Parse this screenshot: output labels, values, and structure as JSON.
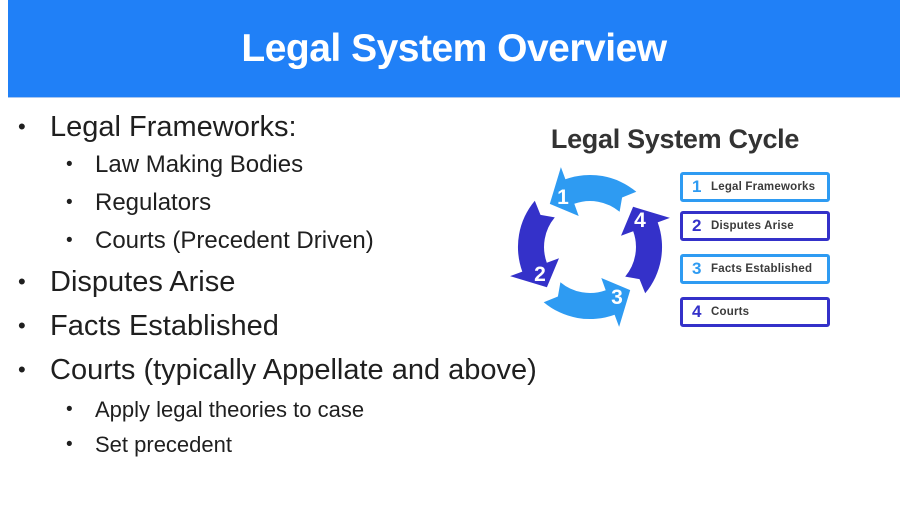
{
  "header": {
    "title": "Legal System Overview"
  },
  "outline": {
    "items": [
      {
        "text": "Legal Frameworks:",
        "level": 1
      },
      {
        "text": "Law Making Bodies",
        "level": 2
      },
      {
        "text": "Regulators",
        "level": 2
      },
      {
        "text": "Courts (Precedent Driven)",
        "level": 2
      },
      {
        "text": "Disputes Arise",
        "level": 1
      },
      {
        "text": "Facts Established",
        "level": 1
      },
      {
        "text": "Courts (typically Appellate and above)",
        "level": 1
      },
      {
        "text": "Apply legal theories to case",
        "level": 2
      },
      {
        "text": "Set precedent",
        "level": 2
      }
    ]
  },
  "diagram": {
    "title": "Legal System Cycle",
    "cycle": {
      "numbers": [
        "1",
        "2",
        "3",
        "4"
      ]
    },
    "legend": [
      {
        "number": "1",
        "label": "Legal Frameworks",
        "tone": "light"
      },
      {
        "number": "2",
        "label": "Disputes Arise",
        "tone": "dark"
      },
      {
        "number": "3",
        "label": "Facts Established",
        "tone": "light"
      },
      {
        "number": "4",
        "label": "Courts",
        "tone": "dark"
      }
    ]
  },
  "colors": {
    "header_blue": "#2080F7",
    "cycle_light_blue": "#2E9BF2",
    "cycle_indigo": "#3431C9",
    "title_gray": "#333333",
    "body_text": "#1F1F1F",
    "legend_label": "#3B3B3B"
  }
}
